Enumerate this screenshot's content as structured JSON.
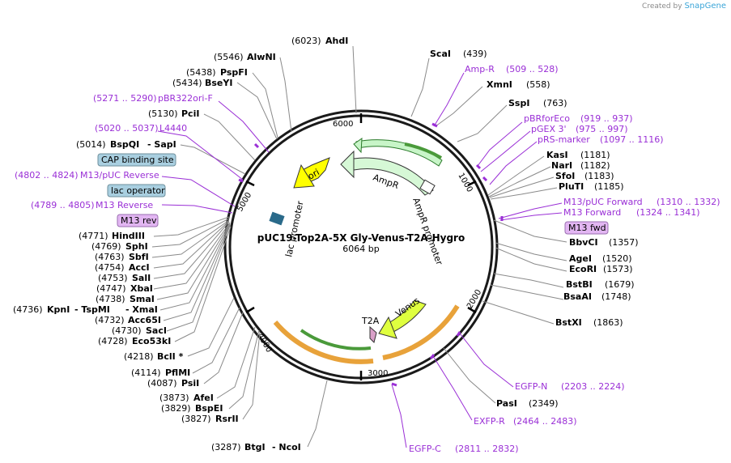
{
  "branding": {
    "created_by": "Created by",
    "app": "SnapGene"
  },
  "plasmid": {
    "name": "pUC19-Top2A-5X Gly-Venus-T2A-Hygro",
    "size": "6064 bp"
  },
  "ticks": [
    "1000",
    "2000",
    "3000",
    "4000",
    "5000",
    "6000"
  ],
  "features": {
    "ori": "ori",
    "ampr": "AmpR",
    "ampr_promoter": "AmpR promoter",
    "lac_promoter": "lac promoter",
    "venus": "Venus",
    "t2a": "T2A"
  },
  "sites": [
    {
      "pos": "(6023)",
      "name": "AhdI"
    },
    {
      "pos": "(5546)",
      "name": "AlwNI"
    },
    {
      "pos": "(5438)",
      "name": "PspFI"
    },
    {
      "pos": "(5434)",
      "name": "BseYI"
    },
    {
      "pos": "(5130)",
      "name": "PciI"
    },
    {
      "pos": "(5014)",
      "name": "BspQI",
      "alt": "- SapI"
    },
    {
      "pos": "(4771)",
      "name": "HindIII"
    },
    {
      "pos": "(4769)",
      "name": "SphI"
    },
    {
      "pos": "(4763)",
      "name": "SbfI"
    },
    {
      "pos": "(4754)",
      "name": "AccI"
    },
    {
      "pos": "(4753)",
      "name": "SalI"
    },
    {
      "pos": "(4747)",
      "name": "XbaI"
    },
    {
      "pos": "(4738)",
      "name": "SmaI"
    },
    {
      "pos": "(4736)",
      "name": "KpnI",
      "alt": "- TspMI",
      "alt2": "- XmaI"
    },
    {
      "pos": "(4732)",
      "name": "Acc65I"
    },
    {
      "pos": "(4730)",
      "name": "SacI"
    },
    {
      "pos": "(4728)",
      "name": "Eco53kI"
    },
    {
      "pos": "(4218)",
      "name": "BclI *"
    },
    {
      "pos": "(4114)",
      "name": "PflMI"
    },
    {
      "pos": "(4087)",
      "name": "PsiI"
    },
    {
      "pos": "(3873)",
      "name": "AfeI"
    },
    {
      "pos": "(3829)",
      "name": "BspEI"
    },
    {
      "pos": "(3827)",
      "name": "RsrII"
    },
    {
      "pos": "(3287)",
      "name": "BtgI",
      "alt": "- NcoI"
    },
    {
      "name": "ScaI",
      "pos": "(439)"
    },
    {
      "name": "XmnI",
      "pos": "(558)"
    },
    {
      "name": "SspI",
      "pos": "(763)"
    },
    {
      "name": "KasI",
      "pos": "(1181)"
    },
    {
      "name": "NarI",
      "pos": "(1182)"
    },
    {
      "name": "SfoI",
      "pos": "(1183)"
    },
    {
      "name": "PluTI",
      "pos": "(1185)"
    },
    {
      "name": "BbvCI",
      "pos": "(1357)"
    },
    {
      "name": "AgeI",
      "pos": "(1520)"
    },
    {
      "name": "EcoRI",
      "pos": "(1573)"
    },
    {
      "name": "BstBI",
      "pos": "(1679)"
    },
    {
      "name": "BsaAI",
      "pos": "(1748)"
    },
    {
      "name": "BstXI",
      "pos": "(1863)"
    },
    {
      "name": "PasI",
      "pos": "(2349)"
    }
  ],
  "primers": [
    {
      "range": "(5271 .. 5290)",
      "name": "pBR322ori-F"
    },
    {
      "range": "(5020 .. 5037)",
      "name": "L4440"
    },
    {
      "range": "(4802 .. 4824)",
      "name": "M13/pUC Reverse"
    },
    {
      "range": "(4789 .. 4805)",
      "name": "M13 Reverse"
    },
    {
      "name": "Amp-R",
      "range": "(509 .. 528)"
    },
    {
      "name": "pBRforEco",
      "range": "(919 .. 937)"
    },
    {
      "name": "pGEX 3'",
      "range": "(975 .. 997)"
    },
    {
      "name": "pRS-marker",
      "range": "(1097 .. 1116)"
    },
    {
      "name": "M13/pUC Forward",
      "range": "(1310 .. 1332)"
    },
    {
      "name": "M13 Forward",
      "range": "(1324 .. 1341)"
    },
    {
      "name": "EGFP-N",
      "range": "(2203 .. 2224)"
    },
    {
      "name": "EXFP-R",
      "range": "(2464 .. 2483)"
    },
    {
      "name": "EGFP-C",
      "range": "(2811 .. 2832)"
    }
  ],
  "boxes": {
    "cap": "CAP binding site",
    "lacop": "lac operator",
    "m13rev": "M13 rev",
    "m13fwd": "M13 fwd"
  },
  "colors": {
    "backbone": "#1a1a1a",
    "ampr": "#c8f5c8",
    "ori": "#ffff00",
    "venus": "#dfff3f",
    "hygro_arc": "#e8a23a",
    "primer": "#9a2fd6",
    "box_blue": "#a9cfe0",
    "box_purple": "#e2b6f2"
  }
}
